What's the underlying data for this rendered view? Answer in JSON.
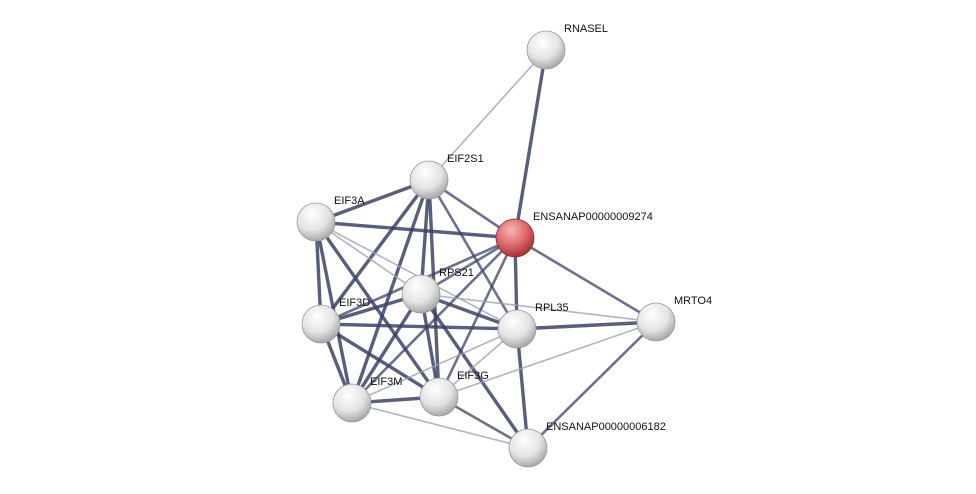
{
  "colors": {
    "edge": "#3a4366",
    "edge_light": "#9aa0b8",
    "node": "#e6e6e6",
    "query_node": "#d9575b"
  },
  "nodes": [
    {
      "id": "RNASEL",
      "label": "RNASEL",
      "query": false
    },
    {
      "id": "EIF2S1",
      "label": "EIF2S1",
      "query": false
    },
    {
      "id": "EIF3A",
      "label": "EIF3A",
      "query": false
    },
    {
      "id": "ENSANAP00000009274",
      "label": "ENSANAP00000009274",
      "query": true
    },
    {
      "id": "RPS21",
      "label": "RPS21",
      "query": false
    },
    {
      "id": "EIF3D",
      "label": "EIF3D",
      "query": false
    },
    {
      "id": "RPL35",
      "label": "RPL35",
      "query": false
    },
    {
      "id": "MRTO4",
      "label": "MRTO4",
      "query": false
    },
    {
      "id": "EIF3M",
      "label": "EIF3M",
      "query": false
    },
    {
      "id": "EIF3G",
      "label": "EIF3G",
      "query": false
    },
    {
      "id": "ENSANAP00000006182",
      "label": "ENSANAP00000006182",
      "query": false
    }
  ],
  "edges": [
    [
      "RNASEL",
      "EIF2S1",
      1
    ],
    [
      "RNASEL",
      "ENSANAP00000009274",
      3
    ],
    [
      "EIF2S1",
      "EIF3A",
      3
    ],
    [
      "EIF2S1",
      "ENSANAP00000009274",
      2
    ],
    [
      "EIF2S1",
      "RPS21",
      3
    ],
    [
      "EIF2S1",
      "EIF3D",
      3
    ],
    [
      "EIF2S1",
      "EIF3M",
      3
    ],
    [
      "EIF2S1",
      "EIF3G",
      3
    ],
    [
      "EIF2S1",
      "RPL35",
      2
    ],
    [
      "EIF3A",
      "ENSANAP00000009274",
      3
    ],
    [
      "EIF3A",
      "EIF3D",
      3
    ],
    [
      "EIF3A",
      "EIF3M",
      3
    ],
    [
      "EIF3A",
      "RPS21",
      1
    ],
    [
      "EIF3A",
      "EIF3G",
      3
    ],
    [
      "EIF3A",
      "RPL35",
      1
    ],
    [
      "ENSANAP00000009274",
      "RPS21",
      2
    ],
    [
      "ENSANAP00000009274",
      "EIF3D",
      2
    ],
    [
      "ENSANAP00000009274",
      "EIF3M",
      2
    ],
    [
      "ENSANAP00000009274",
      "EIF3G",
      2
    ],
    [
      "ENSANAP00000009274",
      "RPL35",
      3
    ],
    [
      "ENSANAP00000009274",
      "MRTO4",
      2
    ],
    [
      "RPS21",
      "EIF3D",
      3
    ],
    [
      "RPS21",
      "RPL35",
      3
    ],
    [
      "RPS21",
      "EIF3M",
      3
    ],
    [
      "RPS21",
      "EIF3G",
      3
    ],
    [
      "RPS21",
      "ENSANAP00000006182",
      3
    ],
    [
      "RPS21",
      "MRTO4",
      1
    ],
    [
      "EIF3D",
      "RPL35",
      3
    ],
    [
      "EIF3D",
      "EIF3M",
      3
    ],
    [
      "EIF3D",
      "EIF3G",
      3
    ],
    [
      "RPL35",
      "EIF3M",
      1
    ],
    [
      "RPL35",
      "EIF3G",
      1
    ],
    [
      "RPL35",
      "ENSANAP00000006182",
      3
    ],
    [
      "RPL35",
      "MRTO4",
      3
    ],
    [
      "EIF3M",
      "EIF3G",
      3
    ],
    [
      "EIF3M",
      "ENSANAP00000006182",
      1
    ],
    [
      "EIF3G",
      "ENSANAP00000006182",
      2
    ],
    [
      "EIF3G",
      "MRTO4",
      1
    ],
    [
      "MRTO4",
      "ENSANAP00000006182",
      2
    ]
  ]
}
